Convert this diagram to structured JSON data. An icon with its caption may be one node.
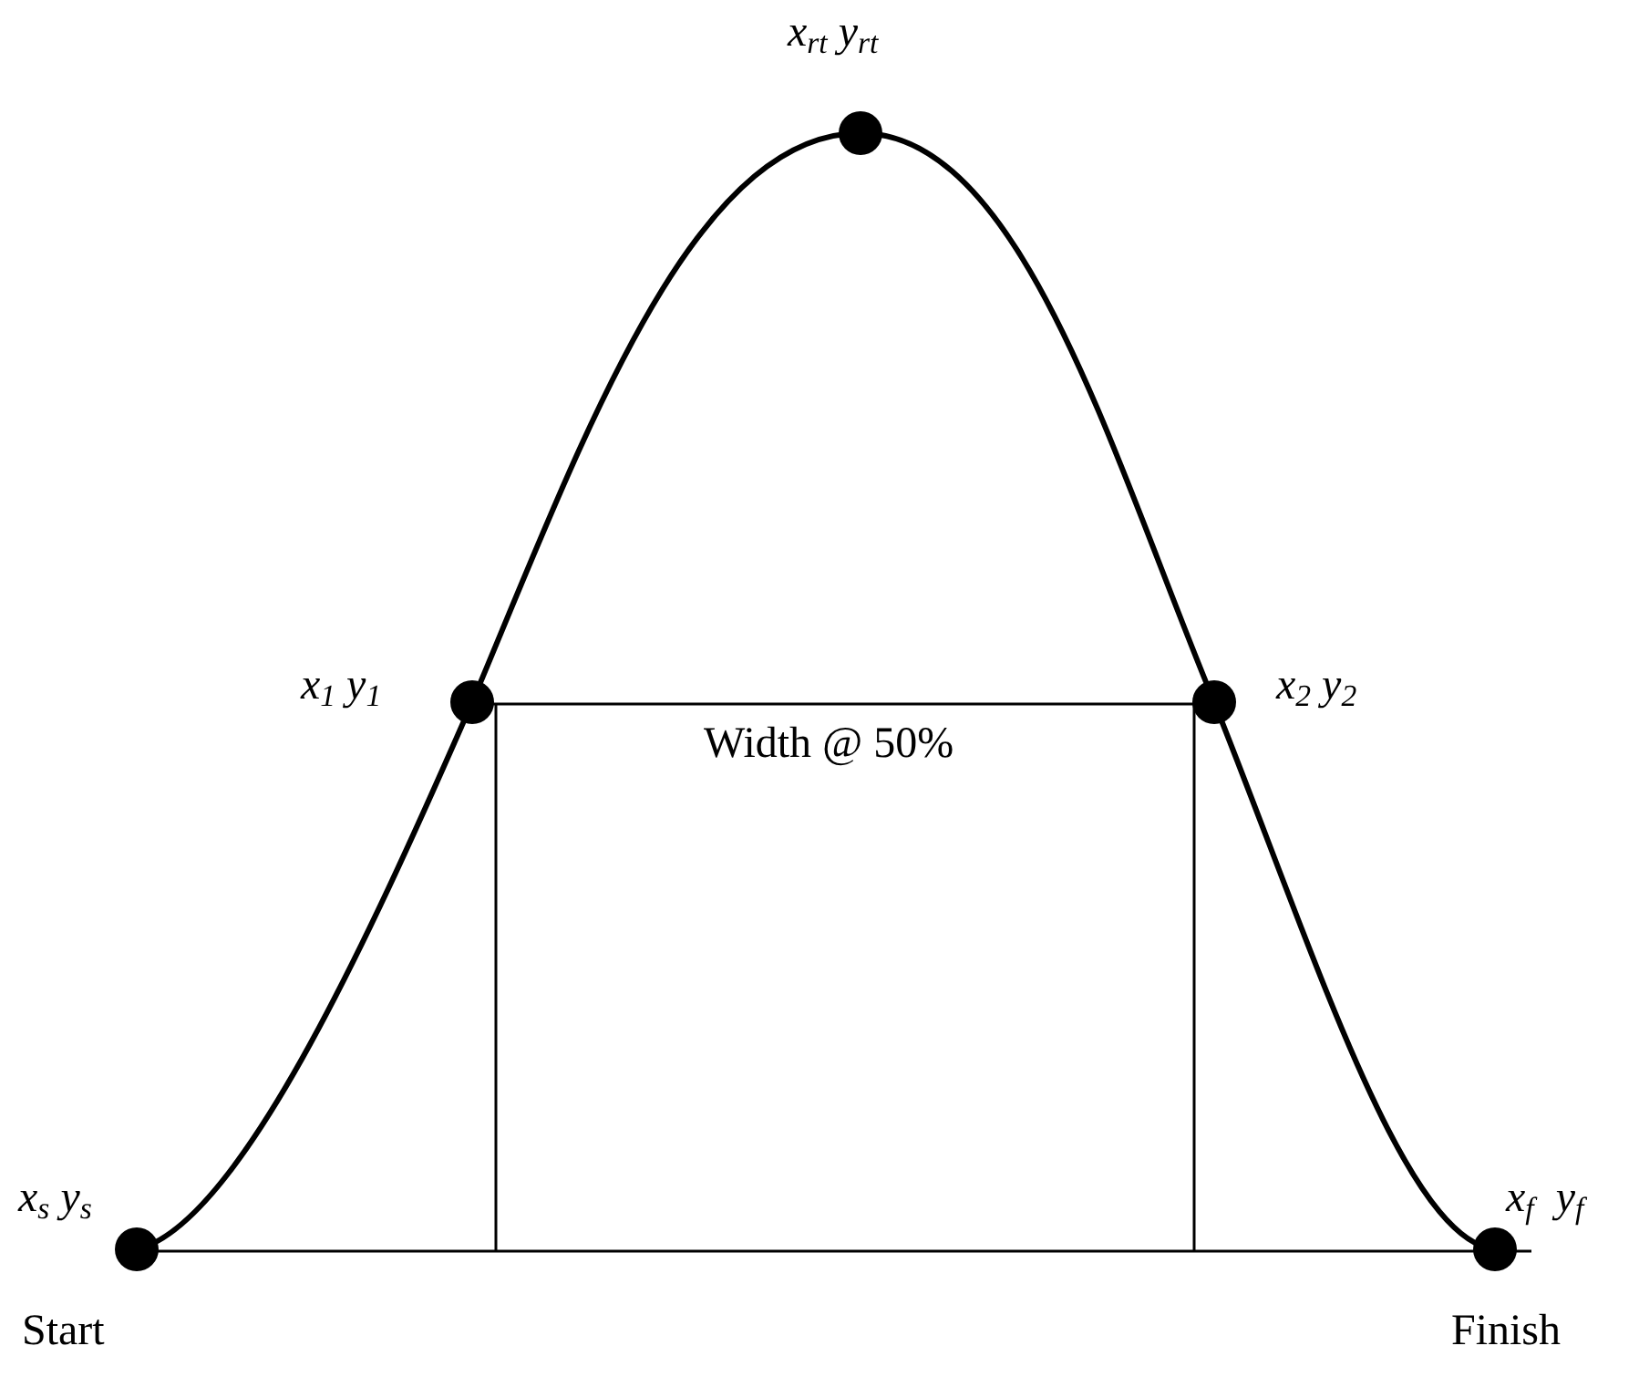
{
  "diagram": {
    "labels": [
      "x$_{rt}$ y$_{rt}$",
      "x$_{1}$ y$_{1}$",
      "x$_{2}$ y$_{2}$",
      "Width @ 50%",
      "x$_{s}$ y$_{s}$",
      "x$_{f}$  y$_{f}$",
      "Start",
      "Finish"
    ]
  }
}
